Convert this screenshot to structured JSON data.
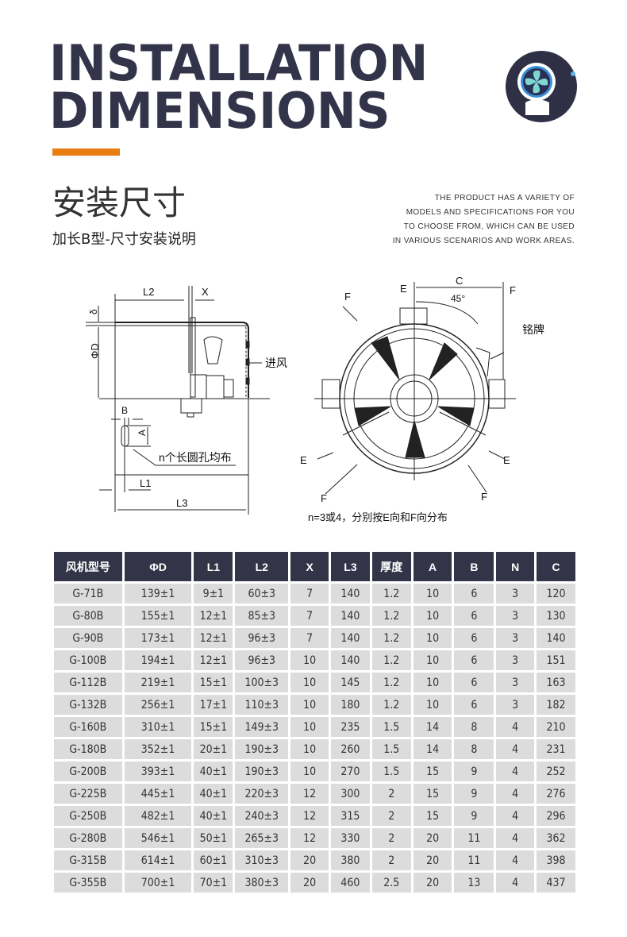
{
  "header": {
    "title_line1": "INSTALLATION",
    "title_line2": "DIMENSIONS",
    "cn_title": "安装尺寸",
    "cn_subtitle": "加长B型-尺寸安装说明",
    "description": [
      "THE PRODUCT HAS A VARIETY OF",
      "MODELS AND SPECIFICATIONS FOR YOU",
      "TO CHOOSE FROM, WHICH CAN BE USED",
      "IN VARIOUS SCENARIOS AND WORK AREAS."
    ],
    "accent_color": "#e87d12"
  },
  "side_diagram": {
    "L2": "L2",
    "X": "X",
    "delta": "δ",
    "phiD": "ΦD",
    "inlet": "进风",
    "B": "B",
    "A": "A",
    "holes": "n个长圆孔均布",
    "L1": "L1",
    "L3": "L3"
  },
  "front_diagram": {
    "C": "C",
    "E": "E",
    "F": "F",
    "angle": "45°",
    "nameplate": "铭牌",
    "note": "n=3或4，分别按E向和F向分布"
  },
  "table": {
    "headers": [
      "风机型号",
      "ΦD",
      "L1",
      "L2",
      "X",
      "L3",
      "厚度",
      "A",
      "B",
      "N",
      "C"
    ],
    "rows": [
      [
        "G-71B",
        "139±1",
        "9±1",
        "60±3",
        "7",
        "140",
        "1.2",
        "10",
        "6",
        "3",
        "120"
      ],
      [
        "G-80B",
        "155±1",
        "12±1",
        "85±3",
        "7",
        "140",
        "1.2",
        "10",
        "6",
        "3",
        "130"
      ],
      [
        "G-90B",
        "173±1",
        "12±1",
        "96±3",
        "7",
        "140",
        "1.2",
        "10",
        "6",
        "3",
        "140"
      ],
      [
        "G-100B",
        "194±1",
        "12±1",
        "96±3",
        "10",
        "140",
        "1.2",
        "10",
        "6",
        "3",
        "151"
      ],
      [
        "G-112B",
        "219±1",
        "15±1",
        "100±3",
        "10",
        "145",
        "1.2",
        "10",
        "6",
        "3",
        "163"
      ],
      [
        "G-132B",
        "256±1",
        "17±1",
        "110±3",
        "10",
        "180",
        "1.2",
        "10",
        "6",
        "3",
        "182"
      ],
      [
        "G-160B",
        "310±1",
        "15±1",
        "149±3",
        "10",
        "235",
        "1.5",
        "14",
        "8",
        "4",
        "210"
      ],
      [
        "G-180B",
        "352±1",
        "20±1",
        "190±3",
        "10",
        "260",
        "1.5",
        "14",
        "8",
        "4",
        "231"
      ],
      [
        "G-200B",
        "393±1",
        "40±1",
        "190±3",
        "10",
        "270",
        "1.5",
        "15",
        "9",
        "4",
        "252"
      ],
      [
        "G-225B",
        "445±1",
        "40±1",
        "220±3",
        "12",
        "300",
        "2",
        "15",
        "9",
        "4",
        "276"
      ],
      [
        "G-250B",
        "482±1",
        "40±1",
        "240±3",
        "12",
        "315",
        "2",
        "15",
        "9",
        "4",
        "296"
      ],
      [
        "G-280B",
        "546±1",
        "50±1",
        "265±3",
        "12",
        "330",
        "2",
        "20",
        "11",
        "4",
        "362"
      ],
      [
        "G-315B",
        "614±1",
        "60±1",
        "310±3",
        "20",
        "380",
        "2",
        "20",
        "11",
        "4",
        "398"
      ],
      [
        "G-355B",
        "700±1",
        "70±1",
        "380±3",
        "20",
        "460",
        "2.5",
        "20",
        "13",
        "4",
        "437"
      ]
    ]
  }
}
